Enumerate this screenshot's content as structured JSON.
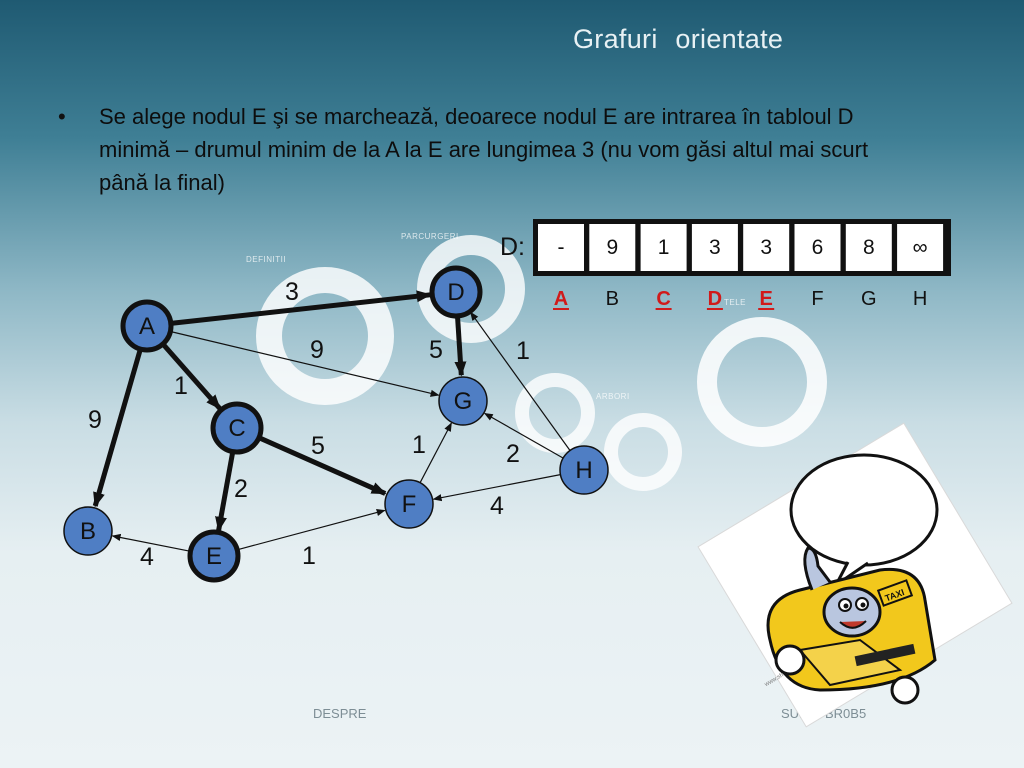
{
  "slide": {
    "title": "Grafuri   orientate",
    "bullet": "Se alege nodul E şi se marchează, deoarece nodul E are intrarea în tabloul D minimă – drumul minim de la A la E are lungimea 3 (nu vom găsi altul mai scurt până la final)"
  },
  "table": {
    "label": "D:",
    "cells": [
      "-",
      "9",
      "1",
      "3",
      "3",
      "6",
      "8",
      "∞"
    ],
    "nodes": [
      {
        "name": "A",
        "marked": true
      },
      {
        "name": "B",
        "marked": false
      },
      {
        "name": "C",
        "marked": true
      },
      {
        "name": "D",
        "marked": true
      },
      {
        "name": "E",
        "marked": true
      },
      {
        "name": "F",
        "marked": false
      },
      {
        "name": "G",
        "marked": false
      },
      {
        "name": "H",
        "marked": false
      }
    ],
    "marked_color": "#d11a1a"
  },
  "graph": {
    "nodes": [
      {
        "id": "A",
        "marked": true
      },
      {
        "id": "B",
        "marked": false
      },
      {
        "id": "C",
        "marked": true
      },
      {
        "id": "D",
        "marked": true
      },
      {
        "id": "E",
        "marked": true
      },
      {
        "id": "F",
        "marked": false
      },
      {
        "id": "G",
        "marked": false
      },
      {
        "id": "H",
        "marked": false
      }
    ],
    "edges": [
      {
        "from": "A",
        "to": "D",
        "weight": "3",
        "bold": true
      },
      {
        "from": "A",
        "to": "G",
        "weight": "9",
        "bold": false
      },
      {
        "from": "A",
        "to": "C",
        "weight": "1",
        "bold": true
      },
      {
        "from": "A",
        "to": "B",
        "weight": "9",
        "bold": true
      },
      {
        "from": "D",
        "to": "G",
        "weight": "5",
        "bold": true
      },
      {
        "from": "H",
        "to": "D",
        "weight": "1",
        "bold": false
      },
      {
        "from": "H",
        "to": "G",
        "weight": "2",
        "bold": false
      },
      {
        "from": "H",
        "to": "F",
        "weight": "4",
        "bold": false
      },
      {
        "from": "C",
        "to": "F",
        "weight": "5",
        "bold": true
      },
      {
        "from": "C",
        "to": "E",
        "weight": "2",
        "bold": true
      },
      {
        "from": "F",
        "to": "G",
        "weight": "1",
        "bold": false
      },
      {
        "from": "E",
        "to": "B",
        "weight": "4",
        "bold": false
      },
      {
        "from": "E",
        "to": "F",
        "weight": "1",
        "bold": false
      }
    ],
    "node_fill": "#4f7ec4",
    "edge_color": "#111111"
  },
  "background": {
    "faint_labels": [
      "DEFINITII",
      "PARCURGERI",
      "TELE",
      "ARBORI"
    ],
    "footer_left": "DESPRE",
    "footer_right": "SUNET",
    "footer_right_small": "BR0B5",
    "clipart_watermark": "www.shutterstock.com · 0146055",
    "taxi_sign": "TAXI"
  }
}
